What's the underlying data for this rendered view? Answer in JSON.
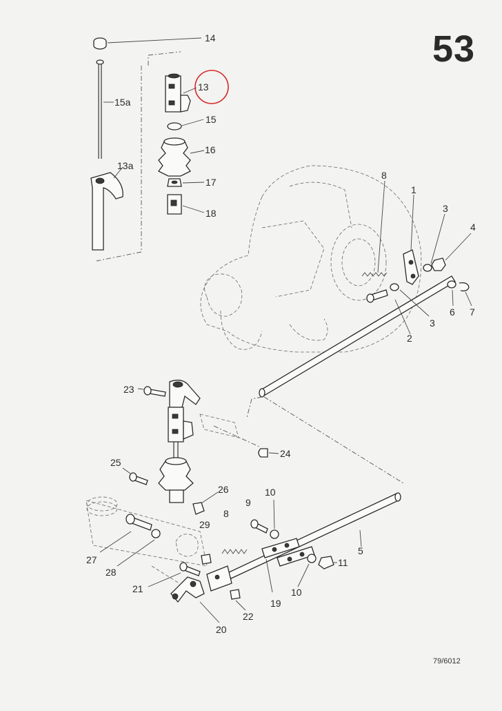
{
  "page": {
    "number": "53",
    "drawing_code": "79/6012"
  },
  "highlight": {
    "callout": "13",
    "color": "#d42a2a"
  },
  "callouts": {
    "c14": "14",
    "c15a": "15a",
    "c13": "13",
    "c15": "15",
    "c16": "16",
    "c13a": "13a",
    "c17": "17",
    "c18": "18",
    "c8a": "8",
    "c1": "1",
    "c3a": "3",
    "c4": "4",
    "c6": "6",
    "c7": "7",
    "c3b": "3",
    "c2": "2",
    "c23": "23",
    "c24": "24",
    "c25": "25",
    "c26": "26",
    "c10a": "10",
    "c9": "9",
    "c8b": "8",
    "c29": "29",
    "c27": "27",
    "c28": "28",
    "c5": "5",
    "c11": "11",
    "c21": "21",
    "c10b": "10",
    "c19": "19",
    "c22": "22",
    "c20": "20"
  }
}
